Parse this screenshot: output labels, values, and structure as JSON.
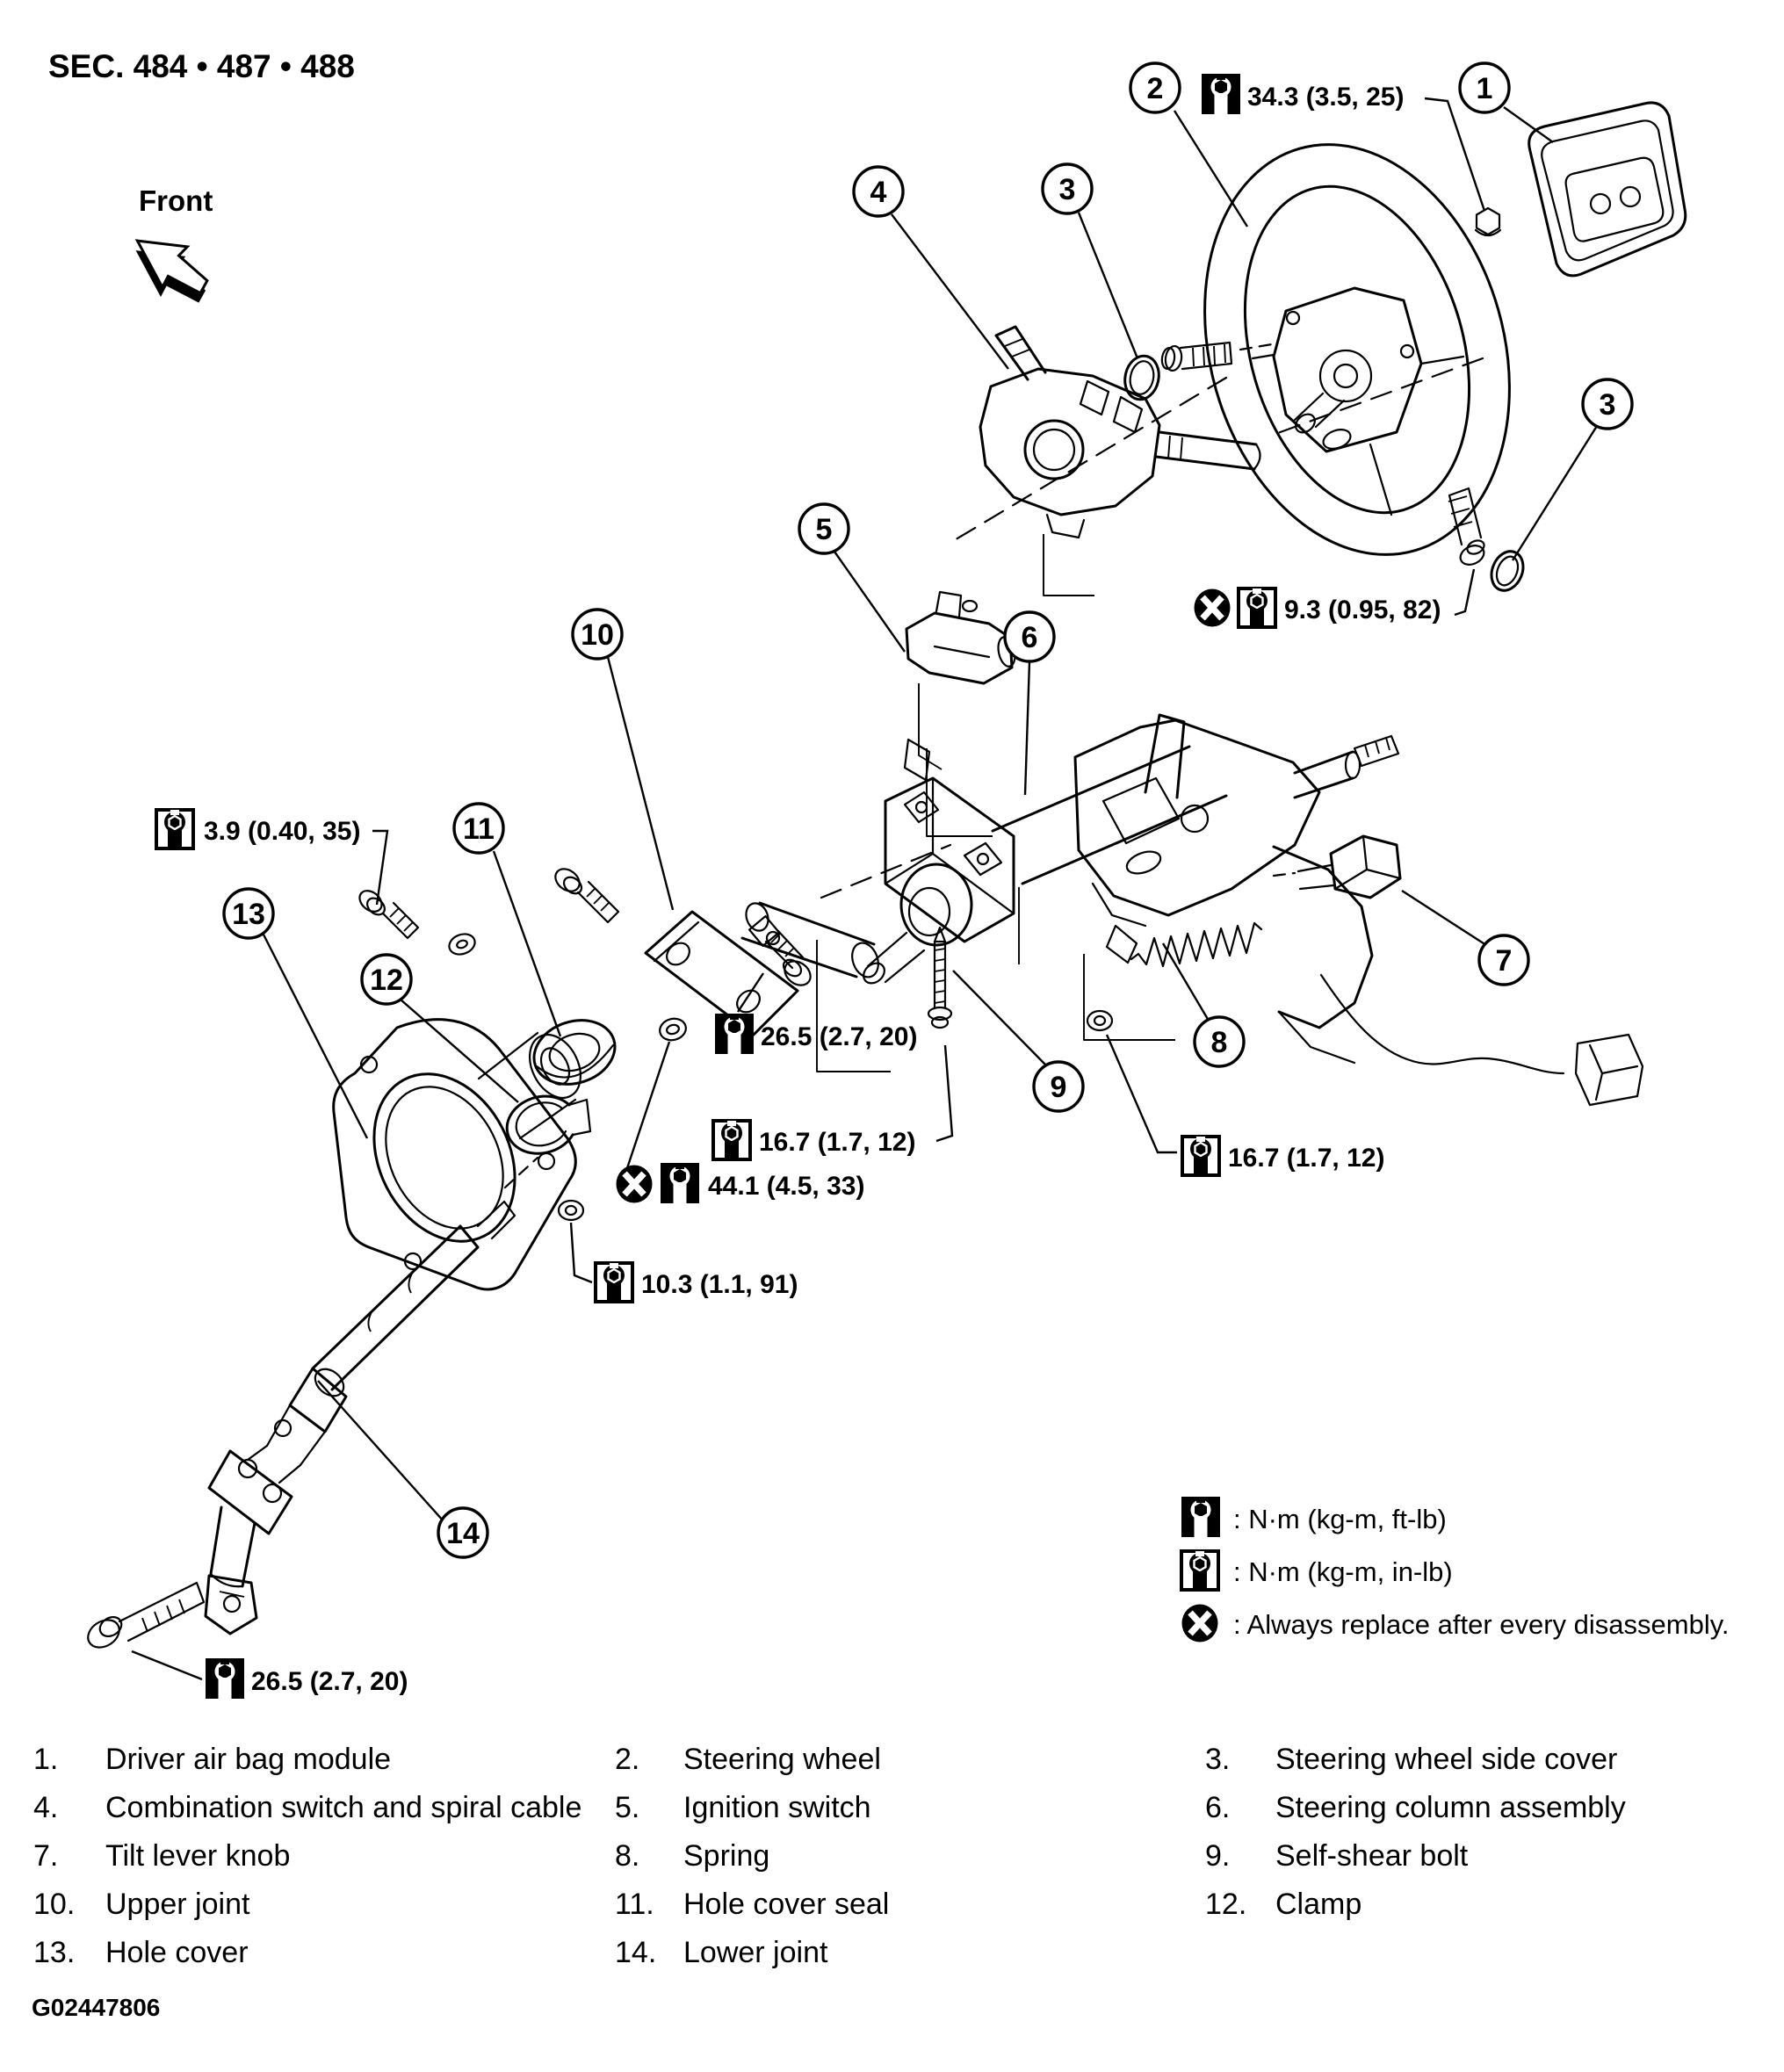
{
  "header": {
    "title": "SEC. 484 • 487 • 488",
    "front_label": "Front"
  },
  "footer": {
    "figure_code": "G02447806"
  },
  "colors": {
    "ink": "#000000",
    "paper": "#ffffff"
  },
  "icons": {
    "wrench_ftlb": "wrench-ftlb-icon (white wrench on black box)",
    "wrench_inlb": "wrench-inlb-icon (black wrench in outlined box)",
    "replace": "replace-x-icon (white X in black circle)"
  },
  "balloons": {
    "n1": "1",
    "n2": "2",
    "n3": "3",
    "n4": "4",
    "n5": "5",
    "n6": "6",
    "n7": "7",
    "n8": "8",
    "n9": "9",
    "n10": "10",
    "n11": "11",
    "n12": "12",
    "n13": "13",
    "n14": "14"
  },
  "torques": {
    "t34": "34.3 (3.5, 25)",
    "t93": "9.3 (0.95, 82)",
    "t39": "3.9 (0.40, 35)",
    "t265_mid": "26.5 (2.7, 20)",
    "t167_mid": "16.7 (1.7, 12)",
    "t441": "44.1 (4.5, 33)",
    "t103": "10.3 (1.1, 91)",
    "t167_right": "16.7 (1.7, 12)",
    "t265_bottom": "26.5 (2.7, 20)"
  },
  "legend": {
    "ftlb": ": N·m (kg-m, ft-lb)",
    "inlb": ": N·m (kg-m, in-lb)",
    "replace": ": Always replace after every disassembly."
  },
  "parts": {
    "col1": [
      {
        "num": "1.",
        "name": "Driver air bag module"
      },
      {
        "num": "4.",
        "name": "Combination switch and spiral cable"
      },
      {
        "num": "7.",
        "name": "Tilt lever knob"
      },
      {
        "num": "10.",
        "name": "Upper joint"
      },
      {
        "num": "13.",
        "name": "Hole cover"
      }
    ],
    "col2": [
      {
        "num": "2.",
        "name": "Steering wheel"
      },
      {
        "num": "5.",
        "name": "Ignition switch"
      },
      {
        "num": "8.",
        "name": "Spring"
      },
      {
        "num": "11.",
        "name": "Hole cover seal"
      },
      {
        "num": "14.",
        "name": "Lower joint"
      }
    ],
    "col3": [
      {
        "num": "3.",
        "name": "Steering wheel side cover"
      },
      {
        "num": "6.",
        "name": "Steering column assembly"
      },
      {
        "num": "9.",
        "name": "Self-shear bolt"
      },
      {
        "num": "12.",
        "name": "Clamp"
      }
    ]
  }
}
